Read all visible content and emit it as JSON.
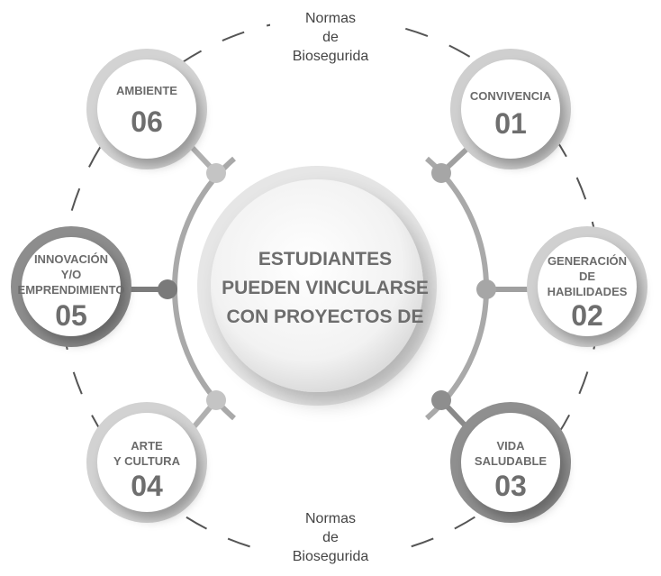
{
  "center": {
    "lines": [
      "ESTUDIANTES",
      "PUEDEN VINCULARSE",
      "CON PROYECTOS DE"
    ]
  },
  "norms_top": [
    "Normas",
    "de",
    "Biosegurida"
  ],
  "norms_bottom": [
    "Normas",
    "de",
    "Biosegurida"
  ],
  "nodes": [
    {
      "id": "01",
      "lines": [
        "CONVIVENCIA"
      ],
      "number": "01",
      "tone": "light"
    },
    {
      "id": "02",
      "lines": [
        "GENERACIÓN",
        "DE",
        "HABILIDADES"
      ],
      "number": "02",
      "tone": "light"
    },
    {
      "id": "03",
      "lines": [
        "VIDA",
        "SALUDABLE"
      ],
      "number": "03",
      "tone": "dark"
    },
    {
      "id": "04",
      "lines": [
        "ARTE",
        "Y CULTURA"
      ],
      "number": "04",
      "tone": "light"
    },
    {
      "id": "05",
      "lines": [
        "INNOVACIÓN",
        "Y/O",
        "EMPRENDIMIENTO"
      ],
      "number": "05",
      "tone": "dark"
    },
    {
      "id": "06",
      "lines": [
        "AMBIENTE"
      ],
      "number": "06",
      "tone": "light"
    }
  ],
  "colors": {
    "light_ring": "#d2d2d2",
    "dark_ring": "#8a8a8a",
    "connector": "#a8a8a8",
    "dark_connector": "#7a7a7a",
    "dashes": "#555555",
    "text": "#6b6b6b"
  }
}
